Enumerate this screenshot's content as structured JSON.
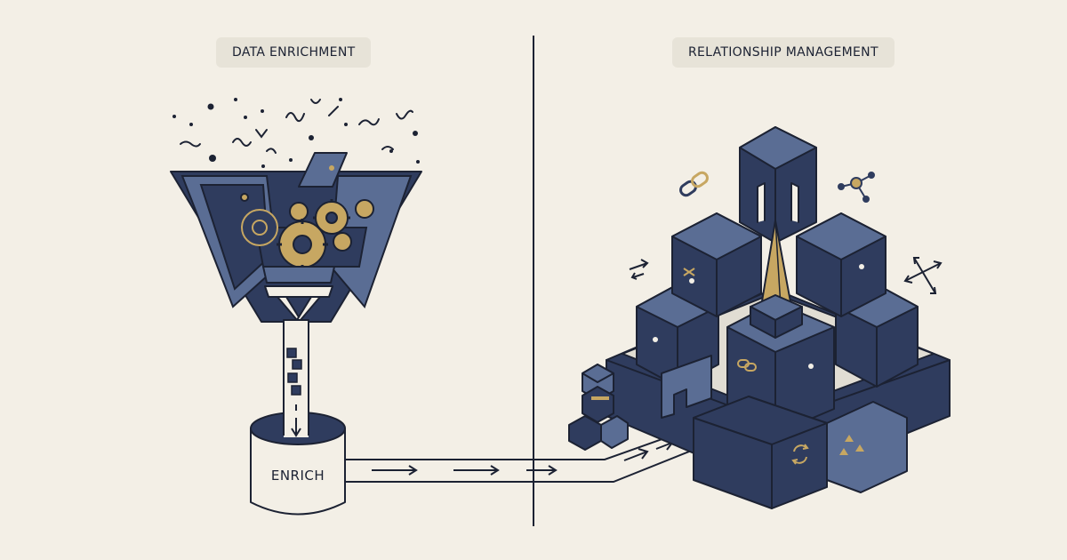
{
  "left_panel": {
    "title": "DATA ENRICHMENT",
    "bucket_label": "ENRICH"
  },
  "right_panel": {
    "title": "RELATIONSHIP MANAGEMENT"
  },
  "colors": {
    "background": "#f3efe6",
    "navy": "#2f3c5e",
    "slate": "#5a6d94",
    "ink": "#1c2233",
    "gold": "#c7a762",
    "label_bg": "#e7e3d8"
  },
  "icons": [
    "gear-icon",
    "chain-link-icon",
    "node-graph-icon",
    "arrows-cross-icon",
    "triangle-icon",
    "sync-icon"
  ]
}
